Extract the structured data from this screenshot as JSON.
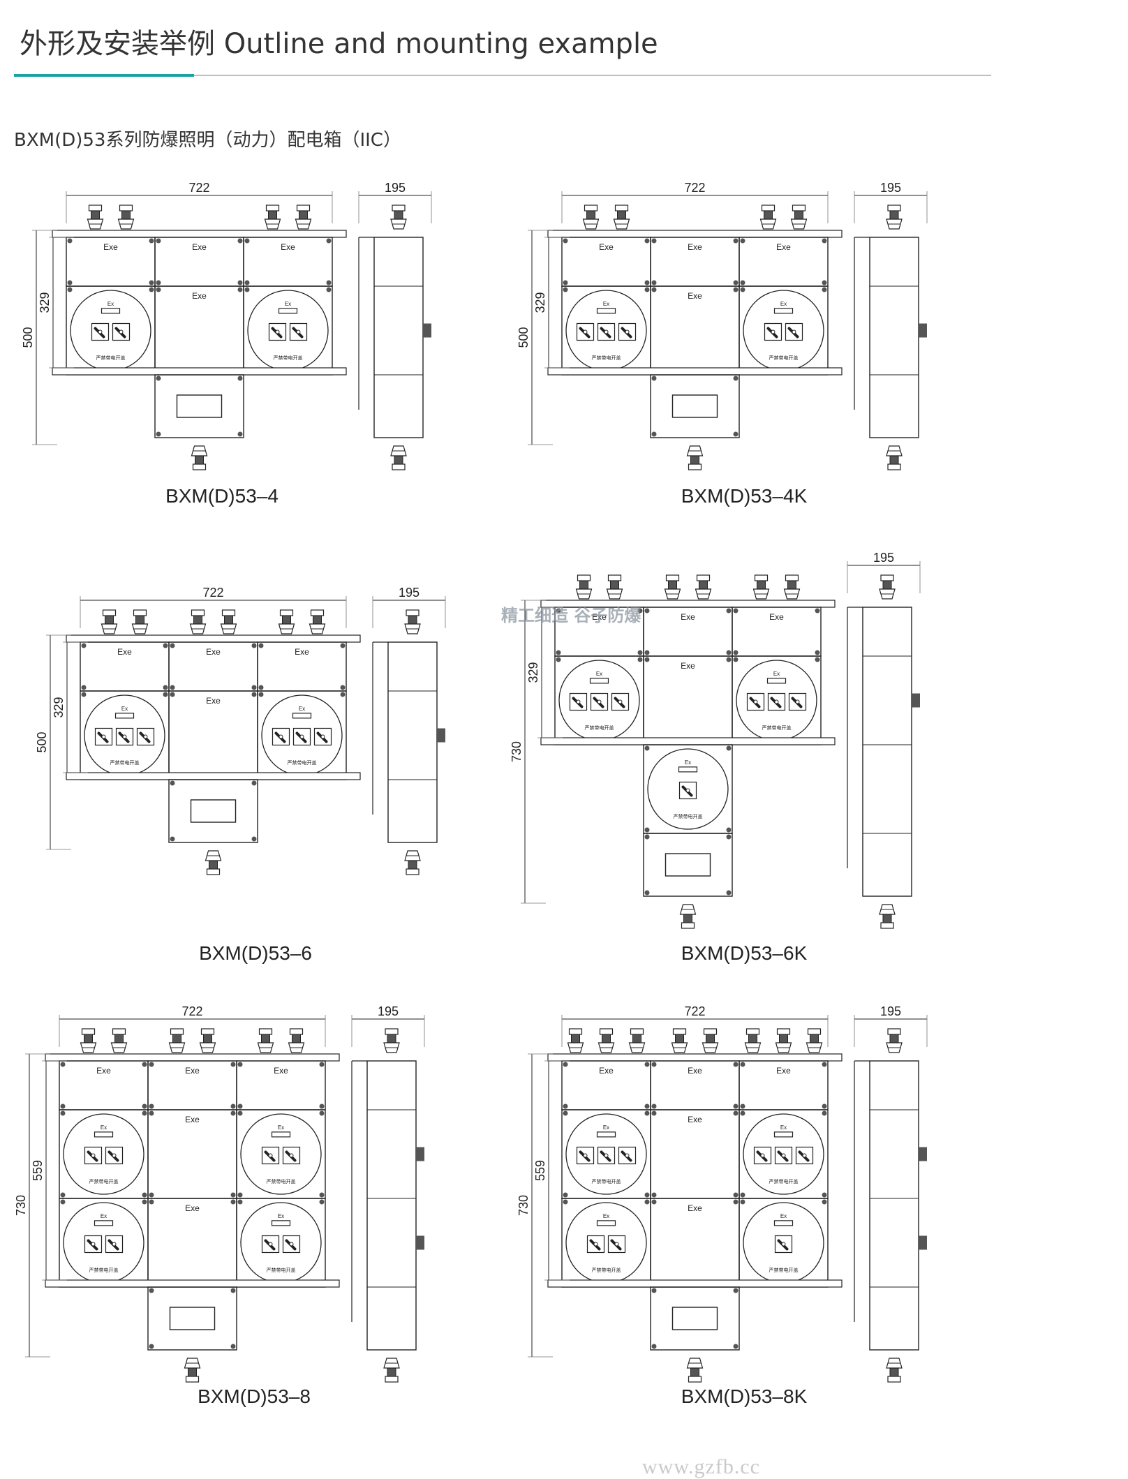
{
  "header": {
    "title": "外形及安装举例  Outline and mounting example",
    "series_title": "BXM(D)53系列防爆照明（动力）配电箱（IIC）"
  },
  "enclosure_text": {
    "exe": "Exe",
    "ex": "Ex",
    "warning": "严禁带电开盖"
  },
  "models": [
    {
      "name": "BXM(D)53-4",
      "label": "BXM(D)53–4",
      "width": "722",
      "height": "500",
      "inner": "329",
      "depth": "195",
      "top_glands": [
        2,
        0,
        2
      ],
      "rows": [
        [
          "exe",
          "exe",
          "exe"
        ],
        [
          "panel",
          "exe",
          "panel"
        ]
      ],
      "bottom": [
        "window"
      ],
      "switches": [
        [
          2
        ],
        [
          2
        ]
      ],
      "circle_k": false
    },
    {
      "name": "BXM(D)53-4K",
      "label": "BXM(D)53–4K",
      "width": "722",
      "height": "500",
      "inner": "329",
      "depth": "195",
      "top_glands": [
        2,
        0,
        2
      ],
      "rows": [
        [
          "exe",
          "exe",
          "exe"
        ],
        [
          "panel",
          "exe",
          "panel"
        ]
      ],
      "bottom": [
        "window"
      ],
      "switches": [
        [
          3
        ],
        [
          2
        ]
      ],
      "circle_k": false
    },
    {
      "name": "BXM(D)53-6",
      "label": "BXM(D)53–6",
      "width": "722",
      "height": "500",
      "inner": "329",
      "depth": "195",
      "top_glands": [
        2,
        2,
        2
      ],
      "rows": [
        [
          "exe",
          "exe",
          "exe"
        ],
        [
          "panel",
          "exe",
          "panel"
        ]
      ],
      "bottom": [
        "window"
      ],
      "switches": [
        [
          3
        ],
        [
          3
        ]
      ],
      "circle_k": false
    },
    {
      "name": "BXM(D)53-6K",
      "label": "BXM(D)53–6K",
      "width": "",
      "height": "730",
      "inner": "329",
      "depth": "195",
      "top_glands": [
        2,
        2,
        2
      ],
      "rows": [
        [
          "exe",
          "exe",
          "exe"
        ],
        [
          "panel",
          "exe",
          "panel"
        ]
      ],
      "bottom": [
        "panel1",
        "window"
      ],
      "switches": [
        [
          3
        ],
        [
          3
        ]
      ],
      "circle_k": true,
      "watermark": "精工细造 谷子防爆"
    },
    {
      "name": "BXM(D)53-8",
      "label": "BXM(D)53–8",
      "width": "722",
      "height": "730",
      "inner": "559",
      "depth": "195",
      "top_glands": [
        2,
        2,
        2
      ],
      "rows": [
        [
          "exe",
          "exe",
          "exe"
        ],
        [
          "panel",
          "exe",
          "panel"
        ],
        [
          "panel",
          "exe",
          "panel"
        ]
      ],
      "bottom": [
        "window"
      ],
      "switches": [
        [
          2
        ],
        [
          2
        ],
        [
          2
        ],
        [
          2
        ]
      ],
      "circle_k": false
    },
    {
      "name": "BXM(D)53-8K",
      "label": "BXM(D)53–8K",
      "width": "722",
      "height": "730",
      "inner": "559",
      "depth": "195",
      "top_glands": [
        3,
        2,
        3
      ],
      "rows": [
        [
          "exe",
          "exe",
          "exe"
        ],
        [
          "panel",
          "exe",
          "panel"
        ],
        [
          "panel",
          "exe",
          "panel"
        ]
      ],
      "bottom": [
        "window"
      ],
      "switches": [
        [
          3
        ],
        [
          3
        ],
        [
          2
        ],
        [
          1
        ]
      ],
      "circle_k": false
    }
  ],
  "footer": {
    "url": "www.gzfb.cc"
  }
}
